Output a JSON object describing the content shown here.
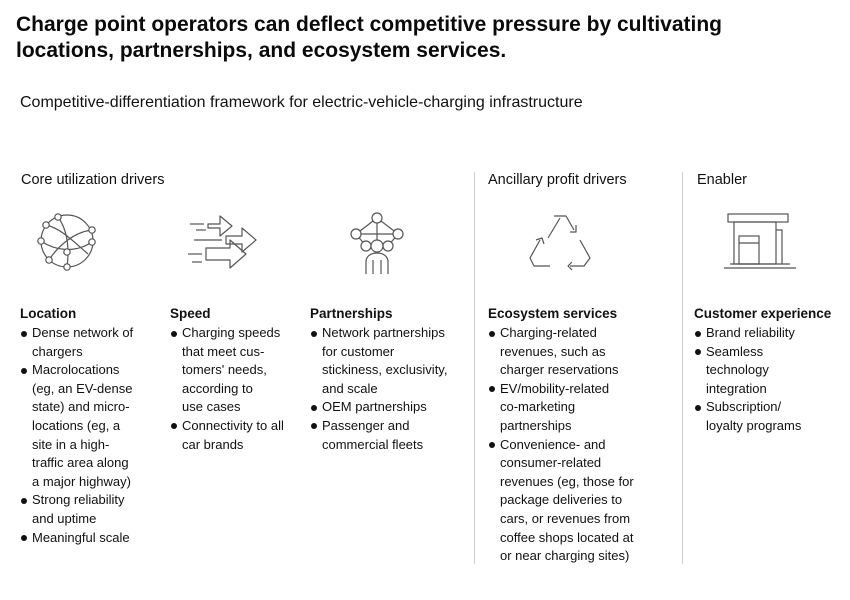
{
  "title_lines": [
    "Charge point operators can deflect competitive pressure by cultivating",
    "locations, partnerships, and ecosystem services."
  ],
  "subtitle": "Competitive-differentiation framework for electric-vehicle-charging infrastructure",
  "groups": {
    "core": "Core utilization drivers",
    "ancillary": "Ancillary profit drivers",
    "enabler": "Enabler"
  },
  "icons": {
    "location": "network-globe-icon",
    "speed": "speed-arrows-icon",
    "partnerships": "people-network-icon",
    "ecosystem": "recycle-triangle-icon",
    "customer": "charging-station-icon"
  },
  "columns": [
    {
      "title": "Location",
      "items": [
        [
          "Dense network of",
          "chargers"
        ],
        [
          "Macrolocations",
          "(eg, an EV-dense",
          "state) and micro-",
          "locations (eg, a",
          "site in a high-",
          "traffic area along",
          "a major highway)"
        ],
        [
          "Strong reliability",
          "and uptime"
        ],
        [
          "Meaningful scale"
        ]
      ]
    },
    {
      "title": "Speed",
      "items": [
        [
          "Charging speeds",
          "that meet cus-",
          "tomers' needs,",
          "according to",
          "use cases"
        ],
        [
          "Connectivity to all",
          "car brands"
        ]
      ]
    },
    {
      "title": "Partnerships",
      "items": [
        [
          "Network partnerships",
          "for customer",
          "stickiness, exclusivity,",
          "and scale"
        ],
        [
          "OEM partnerships"
        ],
        [
          "Passenger and",
          "commercial fleets"
        ]
      ]
    },
    {
      "title": "Ecosystem services",
      "items": [
        [
          "Charging-related",
          "revenues, such as",
          "charger reservations"
        ],
        [
          "EV/mobility-related",
          "co-marketing",
          "partnerships"
        ],
        [
          "Convenience- and",
          "consumer-related",
          "revenues (eg, those for",
          "package deliveries to",
          "cars, or revenues from",
          "coffee shops located at",
          "or near charging sites)"
        ]
      ]
    },
    {
      "title": "Customer experience",
      "items": [
        [
          "Brand reliability"
        ],
        [
          "Seamless",
          "technology",
          "integration"
        ],
        [
          "Subscription/",
          "loyalty programs"
        ]
      ]
    }
  ]
}
